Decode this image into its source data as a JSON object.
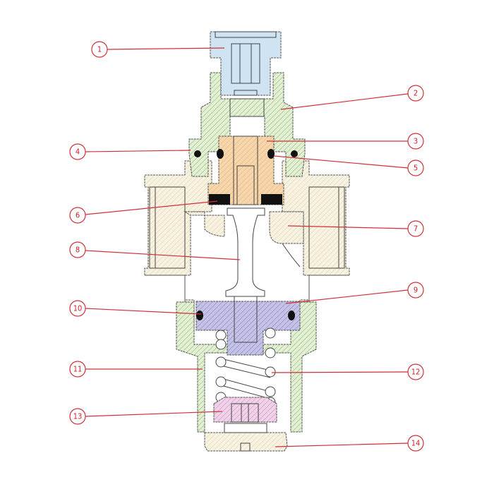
{
  "title": "Pressure reducing valve cross-section",
  "colors": {
    "callout": "#d0303a",
    "part_cap": "#cfe3f3",
    "part_bonnet": "#d9ecc9",
    "part_guide": "#f5d3a8",
    "part_body": "#f6efdd",
    "part_piston": "#b9b8df",
    "part_nut": "#ecc9e2",
    "seal": "#111111"
  },
  "callouts": [
    {
      "label": "1"
    },
    {
      "label": "2"
    },
    {
      "label": "3"
    },
    {
      "label": "4"
    },
    {
      "label": "5"
    },
    {
      "label": "6"
    },
    {
      "label": "7"
    },
    {
      "label": "8"
    },
    {
      "label": "9"
    },
    {
      "label": "10"
    },
    {
      "label": "11"
    },
    {
      "label": "12"
    },
    {
      "label": "13"
    },
    {
      "label": "14"
    }
  ]
}
